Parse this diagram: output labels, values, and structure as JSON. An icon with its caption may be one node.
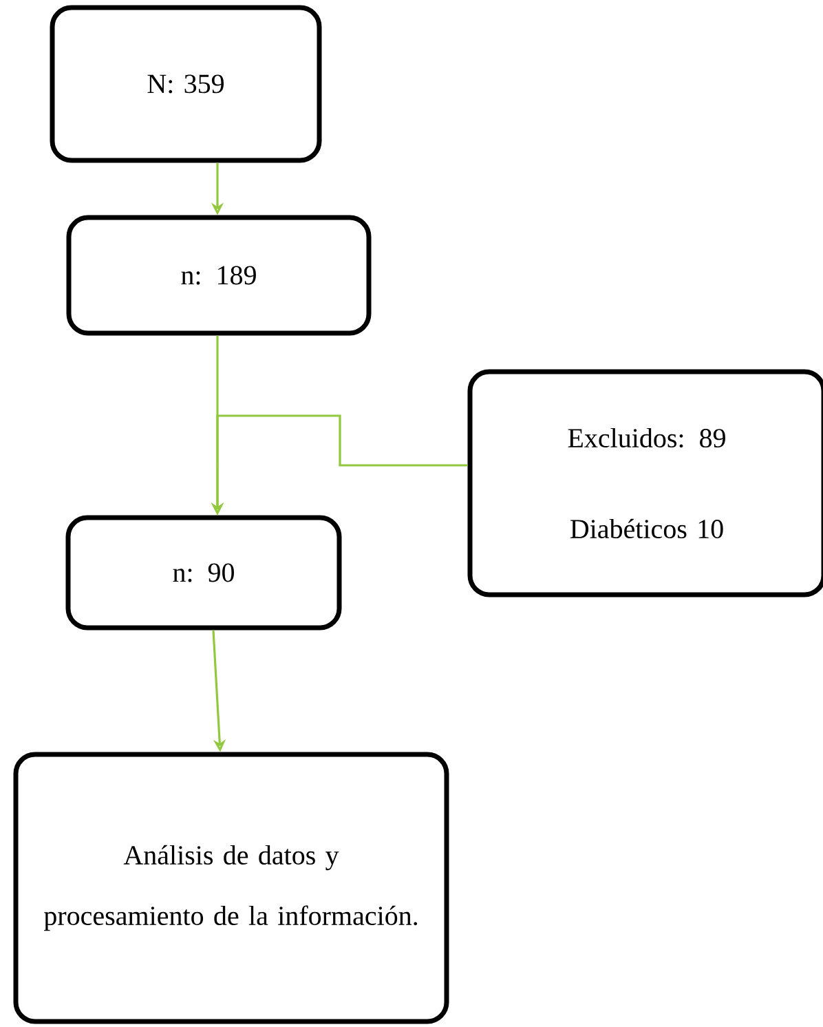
{
  "diagram": {
    "nodes": [
      {
        "text": [
          "N: 359"
        ]
      },
      {
        "text": [
          "n: 189"
        ]
      },
      {
        "text": [
          "Excluidos: 89",
          "Diabéticos 10"
        ]
      },
      {
        "text": [
          "n: 90"
        ]
      },
      {
        "text": [
          "Análisis de datos y procesamiento de la información."
        ]
      }
    ],
    "edges": [
      {
        "from": 0,
        "to": 1,
        "arrow": "to"
      },
      {
        "from": 1,
        "to": 3,
        "arrow": "to"
      },
      {
        "from": 2,
        "to": 3,
        "arrow": "to"
      },
      {
        "from": 3,
        "to": 4,
        "arrow": "to"
      }
    ]
  }
}
